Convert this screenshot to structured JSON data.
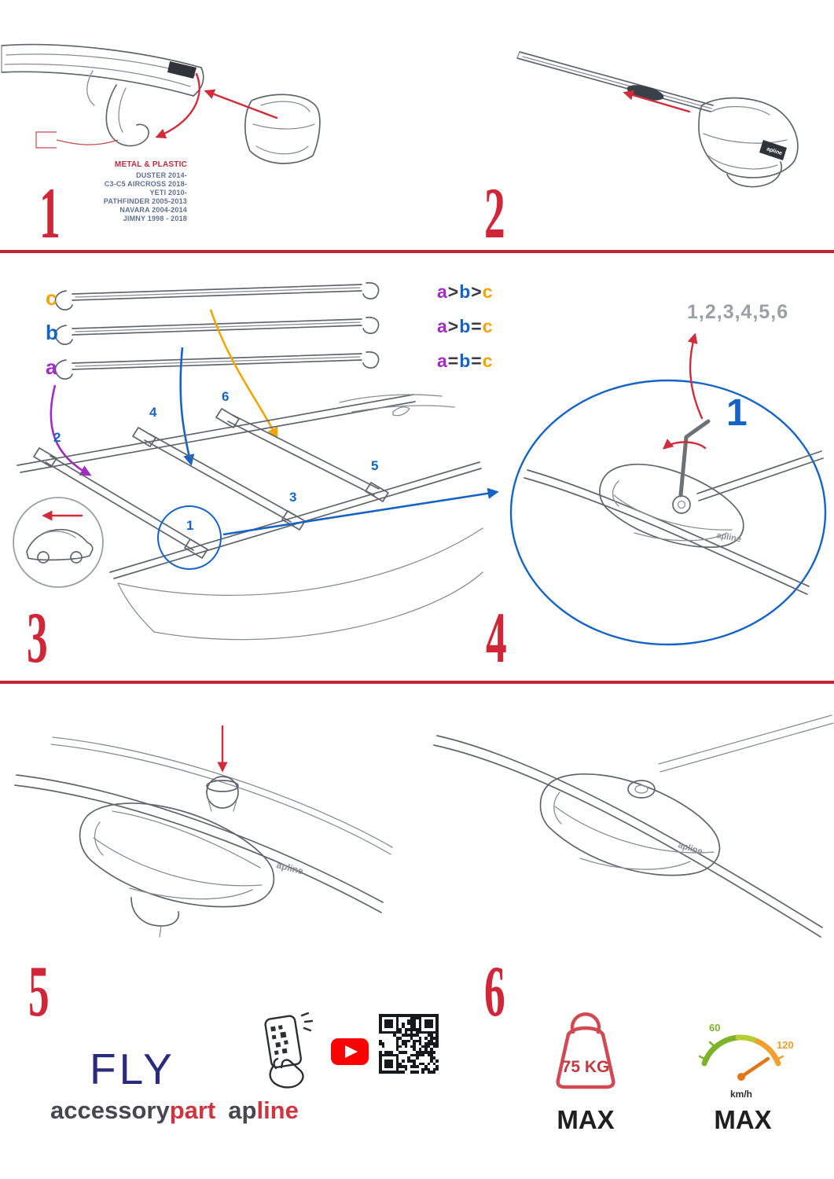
{
  "steps": {
    "one": {
      "number": "1",
      "material_label": "METAL & PLASTIC",
      "compatibility": [
        "DUSTER 2014-",
        "C3-C5 AIRCROSS 2018-",
        "YETI 2010-",
        "PATHFINDER 2005-2013",
        "NAVARA 2004-2014",
        "JIMNY 1998 - 2018"
      ]
    },
    "two": {
      "number": "2"
    },
    "three": {
      "number": "3",
      "bar_labels": {
        "top": "c",
        "middle": "b",
        "bottom": "a"
      },
      "legend": [
        {
          "a": "a",
          "op1": ">",
          "b": "b",
          "op2": ">",
          "c": "c"
        },
        {
          "a": "a",
          "op1": ">",
          "b": "b",
          "op2": "=",
          "c": "c"
        },
        {
          "a": "a",
          "op1": "=",
          "b": "b",
          "op2": "=",
          "c": "c"
        }
      ],
      "roof_positions": [
        "1",
        "2",
        "3",
        "4",
        "5",
        "6"
      ]
    },
    "four": {
      "number": "4",
      "tighten_sequence": "1,2,3,4,5,6",
      "step_ref": "1"
    },
    "five": {
      "number": "5"
    },
    "six": {
      "number": "6"
    }
  },
  "brand": {
    "product_name": "FLY",
    "wordmark_part1": "accessory",
    "wordmark_part2": "part",
    "wordmark_part3": "ap",
    "wordmark_part4": "line",
    "clamp_logo": "apline"
  },
  "limits": {
    "max_load": "75 KG",
    "load_max_label": "MAX",
    "speed_tick_low": "60",
    "speed_tick_high": "120",
    "speed_unit": "km/h",
    "speed_max_label": "MAX"
  },
  "colors": {
    "accent_red": "#cf2638",
    "blue": "#1663c7",
    "purple": "#a12cc4",
    "orange": "#f0a500",
    "gray_sequence": "#9aa0a6",
    "navy": "#2b2b7e",
    "compat_text": "#5e6f95",
    "speed_green": "#7cb32b",
    "speed_orange": "#ef9f2f",
    "youtube_red": "#ff0000"
  }
}
